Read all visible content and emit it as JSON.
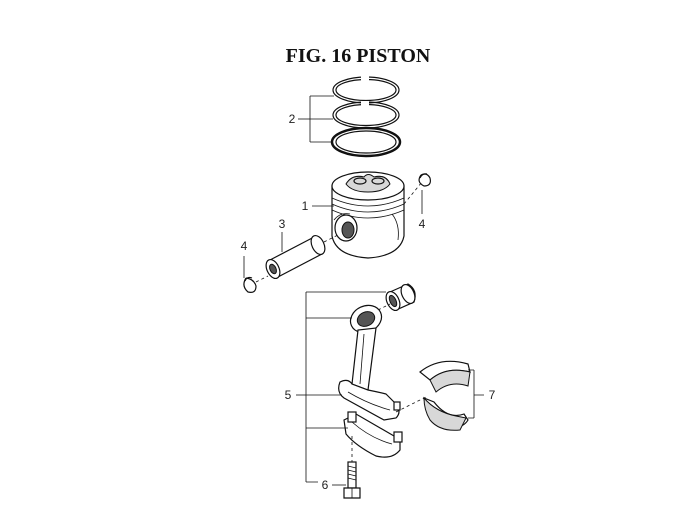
{
  "figure": {
    "title": "FIG. 16  PISTON"
  },
  "callouts": {
    "piston": "1",
    "piston_rings": "2",
    "piston_pin": "3",
    "snap_ring_upper": "4",
    "snap_ring_lower": "4",
    "connecting_rod": "5",
    "rod_bolt": "6",
    "bearing_shells": "7"
  },
  "colors": {
    "line": "#111111",
    "shade": "#d8d8d8",
    "background": "#ffffff"
  }
}
